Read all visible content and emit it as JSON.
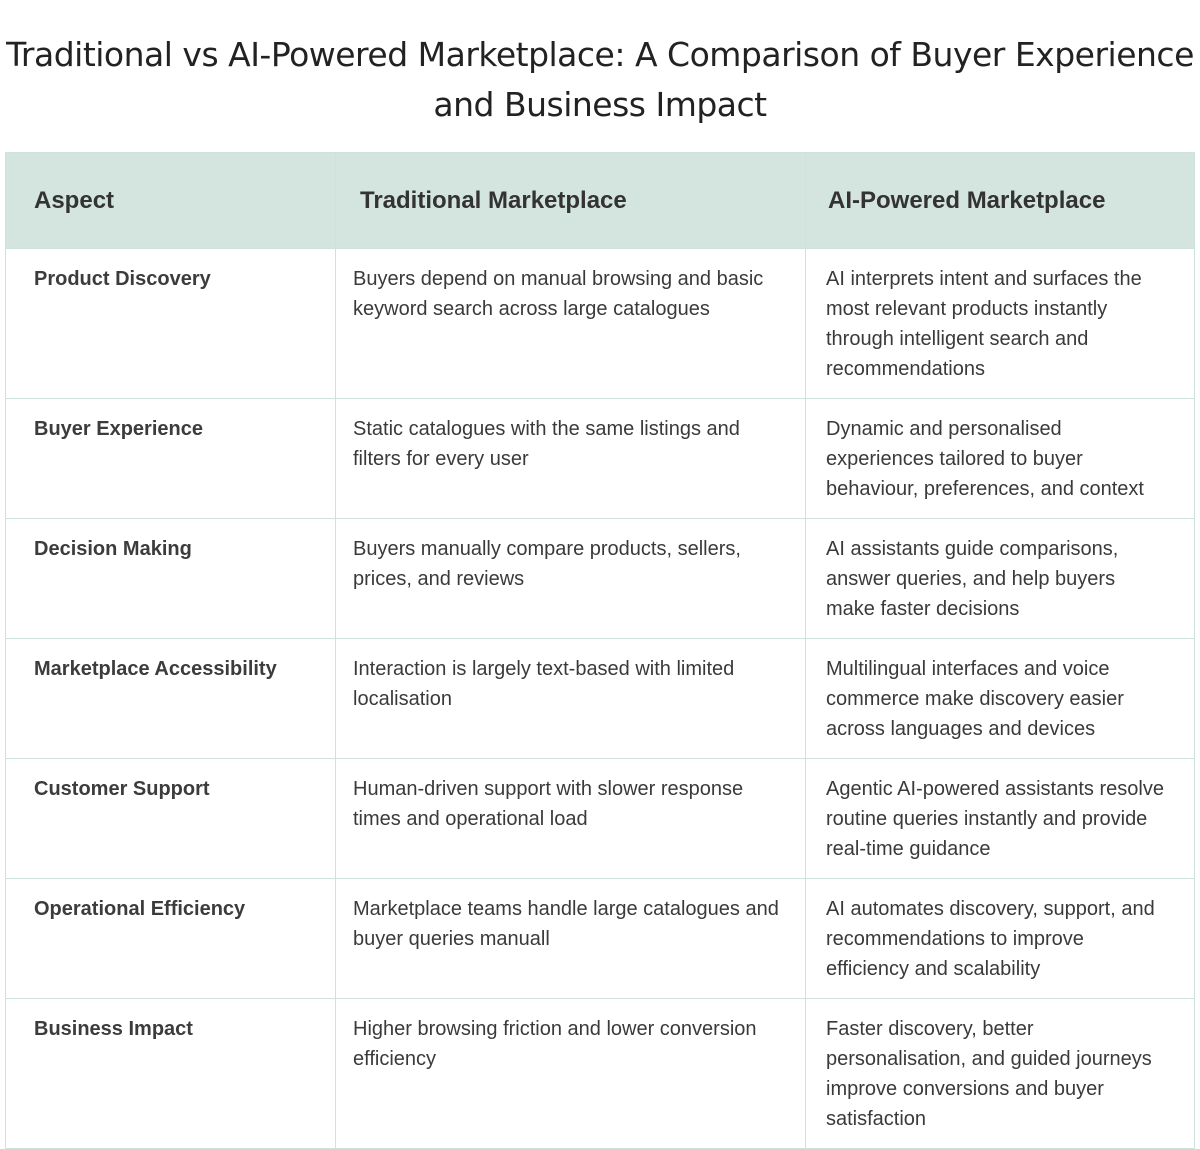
{
  "title": "Traditional vs AI-Powered Marketplace: A Comparison of Buyer Experience and Business Impact",
  "headers": [
    "Aspect",
    "Traditional Marketplace",
    "AI-Powered Marketplace"
  ],
  "rows": [
    {
      "aspect": "Product Discovery",
      "traditional": "Buyers depend on manual browsing and basic keyword search across large catalogues",
      "ai": "AI interprets intent and surfaces the most relevant products instantly through intelligent search and recommendations"
    },
    {
      "aspect": "Buyer Experience",
      "traditional": "Static catalogues with the same listings and filters for every user",
      "ai": "Dynamic and personalised experiences tailored to buyer behaviour, preferences, and context"
    },
    {
      "aspect": "Decision Making",
      "traditional": "Buyers manually compare products, sellers, prices, and reviews",
      "ai": "AI assistants guide comparisons, answer queries, and help buyers make faster decisions"
    },
    {
      "aspect": "Marketplace Accessibility",
      "traditional": "Interaction is largely text-based with limited localisation",
      "ai": "Multilingual interfaces and voice commerce make discovery easier across languages and devices"
    },
    {
      "aspect": "Customer Support",
      "traditional": "Human-driven support with slower response times and operational load",
      "ai": "Agentic AI-powered assistants resolve routine queries instantly and provide real-time guidance"
    },
    {
      "aspect": "Operational Efficiency",
      "traditional": "Marketplace teams handle large catalogues and buyer queries manuall",
      "ai": "AI automates discovery, support, and recommendations to improve efficiency and scalability"
    },
    {
      "aspect": "Business Impact",
      "traditional": "Higher browsing friction and lower conversion efficiency",
      "ai": "Faster discovery, better personalisation, and guided journeys improve conversions and buyer satisfaction"
    }
  ]
}
